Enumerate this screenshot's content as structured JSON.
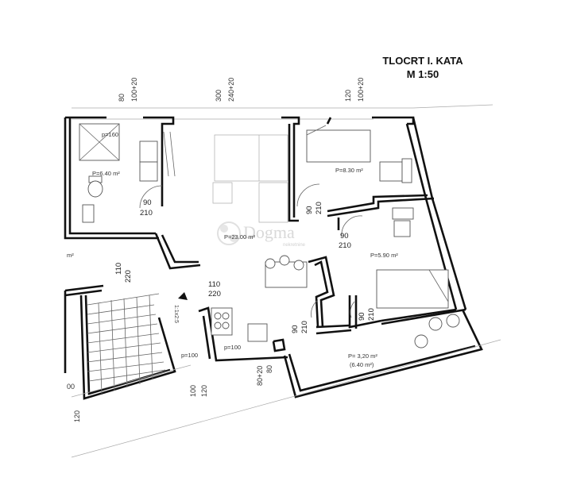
{
  "title": {
    "line1": "TLOCRT I. KATA",
    "line2": "M 1:50"
  },
  "top_dimensions": [
    {
      "a": "80",
      "b": "100+20"
    },
    {
      "a": "300",
      "b": "240+20"
    },
    {
      "a": "120",
      "b": "100+20"
    }
  ],
  "rooms": {
    "bathroom": "P=6.40 m²",
    "shower": "p=160",
    "bedroom1": "P=8.30 m²",
    "bedroom2": "P=5.90 m²",
    "living": "P=23.00 m²",
    "terrace_area": "P= 3,20 m²",
    "terrace_area2": "(6.40 m²)",
    "left_partial": "m²"
  },
  "doors": {
    "bathroom_w": "90",
    "bathroom_h": "210",
    "bed1_w": "90",
    "bed1_h": "210",
    "bed2_w": "90",
    "bed2_h": "210",
    "entry_w": "110",
    "entry_h": "220",
    "stair_w": "110",
    "stair_h": "220",
    "terrace_w1": "90",
    "terrace_h1": "210",
    "terrace_w2": "90",
    "terrace_h2": "210"
  },
  "windows": {
    "p100_a": "p=100",
    "p100_b": "p=100",
    "bottom1_a": "100",
    "bottom1_b": "120",
    "bottom2_a": "80+20",
    "bottom2_b": "80",
    "left_bottom1": "00",
    "left_bottom2": "120",
    "stair_arrow": "1:1x2:5"
  },
  "watermark": {
    "brand": "Dogma",
    "sub": "nekretnine"
  }
}
